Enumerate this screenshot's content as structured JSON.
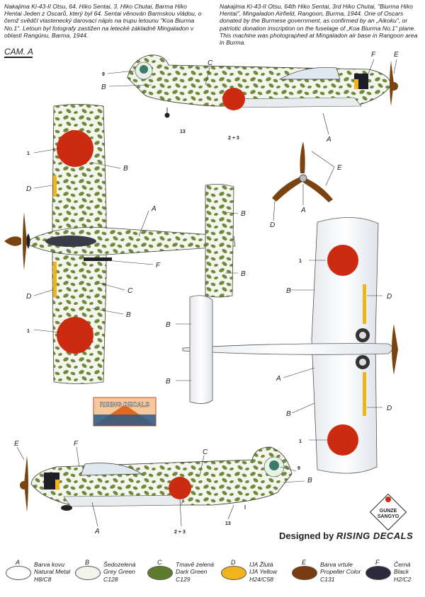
{
  "header": {
    "left": "Nakajima Ki-43-II Otsu, 64. Hiko Sentai, 3. Hiko Chutai, Barma Hiko Hentai Jeden z Oscarů, který byl 64. Sentai věnován Barmskou vládou, o čemž svědčí vlastenecký darovací nápis na trupu letounu \"Koa Biurma No.1\". Letoun byl fotografy zastižen na letecké základně Mingaladon v oblasti Rangúnu, Barma, 1944.",
    "right": "Nakajima Ki-43-II Otsu, 64th Hiko Sentai, 3rd Hiko Chutai, \"Biurma Hiko Hentai\", Mingaladon Airfield, Rangoon, Burma, 1944. One of Oscars donated by the Burmese government, as confirmed by an „Aikoku\", or patriotic donation inscription on the fuselage of „Koa Biurma No.1\" plane. This machine was photographed at Mingaladon air base in Rangoon area in Burma."
  },
  "camo_label": "CAM. A",
  "callouts": {
    "a": "A",
    "b": "B",
    "c": "C",
    "d": "D",
    "e": "E",
    "f": "F",
    "n1": "1",
    "n9": "9",
    "n13": "13",
    "n23": "2 + 3"
  },
  "logo": {
    "text": "RISING DECALS"
  },
  "gunze": {
    "line1": "GUNZE",
    "line2": "SANGYO"
  },
  "designed_by": {
    "prefix": "Designed by",
    "brand": "RISING DECALS"
  },
  "legend": [
    {
      "letter": "A",
      "color": "#ffffff",
      "lines": [
        "Barva kovu",
        "Natural Metal",
        "H8/C8"
      ]
    },
    {
      "letter": "B",
      "color": "#f3f5ea",
      "lines": [
        "Šedozelená",
        "Grey Green",
        "C128"
      ]
    },
    {
      "letter": "C",
      "color": "#5e7d2c",
      "lines": [
        "Tmavě zelená",
        "Dark Green",
        "C129"
      ]
    },
    {
      "letter": "D",
      "color": "#f0b41c",
      "lines": [
        "IJA Žlutá",
        "IJA Yellow",
        "H24/C58"
      ]
    },
    {
      "letter": "E",
      "color": "#7a3b10",
      "lines": [
        "Barva vrtule",
        "Propeller Color",
        "C131"
      ]
    },
    {
      "letter": "F",
      "color": "#2a2a3a",
      "lines": [
        "Černá",
        "Black",
        "H2/C2"
      ]
    }
  ],
  "colors": {
    "hinomaru": "#cc2b12",
    "camo": "#6f8a3a",
    "base": "#f4f6ee",
    "yellow": "#f0b41c",
    "prop": "#7a4410",
    "black": "#1e1e28"
  }
}
